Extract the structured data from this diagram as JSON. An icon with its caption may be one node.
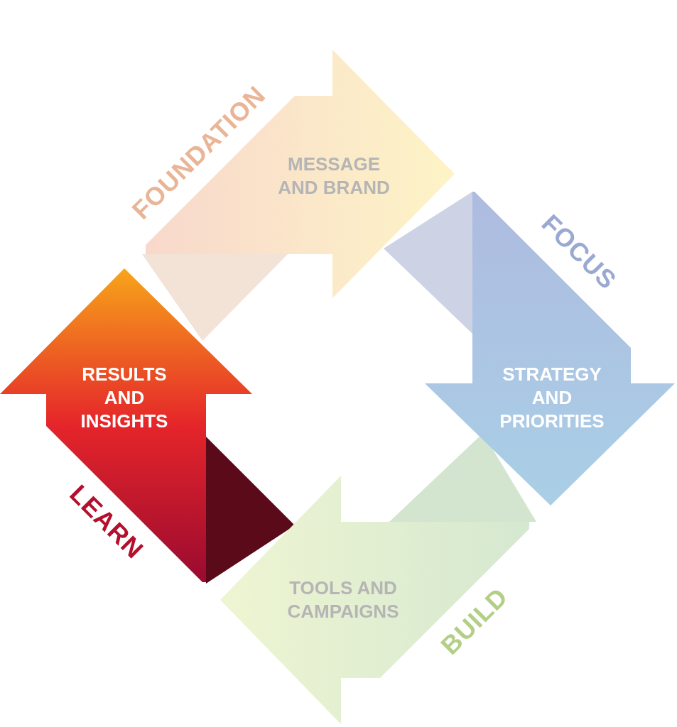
{
  "diagram": {
    "nodes": [
      {
        "text": [
          "MESSAGE AND BRAND"
        ],
        "beside": [
          "FOUNDATION"
        ]
      },
      {
        "text": [
          "STRATEGY AND PRIORITIES"
        ],
        "beside": [
          "FOCUS"
        ]
      },
      {
        "text": [
          "TOOLS AND CAMPAIGNS"
        ],
        "beside": [
          "BUILD"
        ]
      },
      {
        "text": [
          "RESULTS AND INSIGHTS"
        ],
        "beside": [
          "LEARN"
        ]
      }
    ]
  }
}
